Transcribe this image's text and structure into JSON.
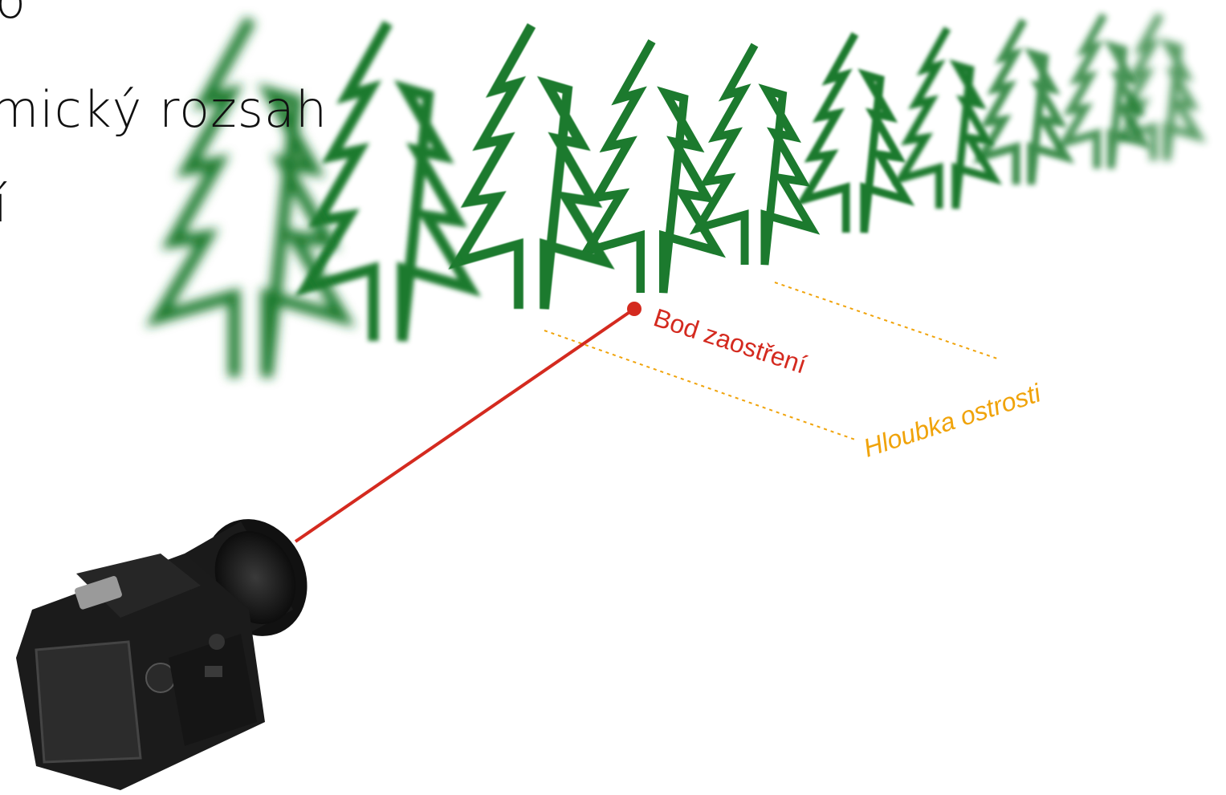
{
  "slide": {
    "bullet_lines": [
      "o",
      "mický rozsah",
      "í"
    ]
  },
  "diagram": {
    "focus_point_label": "Bod zaostření",
    "depth_of_field_label": "Hloubka ostrosti",
    "tree_count": 10,
    "colors": {
      "tree": "#1e7a2e",
      "focus_line": "#d42a1f",
      "dof_line": "#f0a30a",
      "camera_body": "#1b1b1b",
      "background": "#ffffff"
    },
    "icons": [
      "tree-icon",
      "camera-icon",
      "focus-point-dot"
    ]
  }
}
